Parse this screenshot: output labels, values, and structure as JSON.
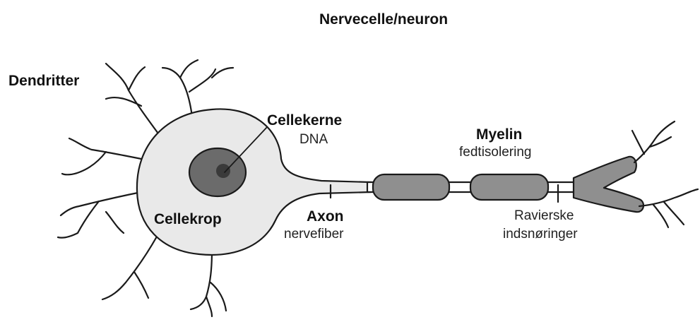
{
  "title": "Nervecelle/neuron",
  "labels": {
    "dendrites": "Dendritter",
    "nucleus": "Cellekerne",
    "nucleus_sub": "DNA",
    "cell_body": "Cellekrop",
    "myelin": "Myelin",
    "myelin_sub": "fedtisolering",
    "axon": "Axon",
    "axon_sub": "nervefiber",
    "ranvier_1": "Ravierske",
    "ranvier_2": "indsnøringer"
  },
  "colors": {
    "cell_fill": "#e9e9e9",
    "nucleus_fill": "#6b6b6b",
    "nucleolus_fill": "#3a3a3a",
    "myelin_fill": "#8f8f8f",
    "outline": "#1a1a1a"
  }
}
